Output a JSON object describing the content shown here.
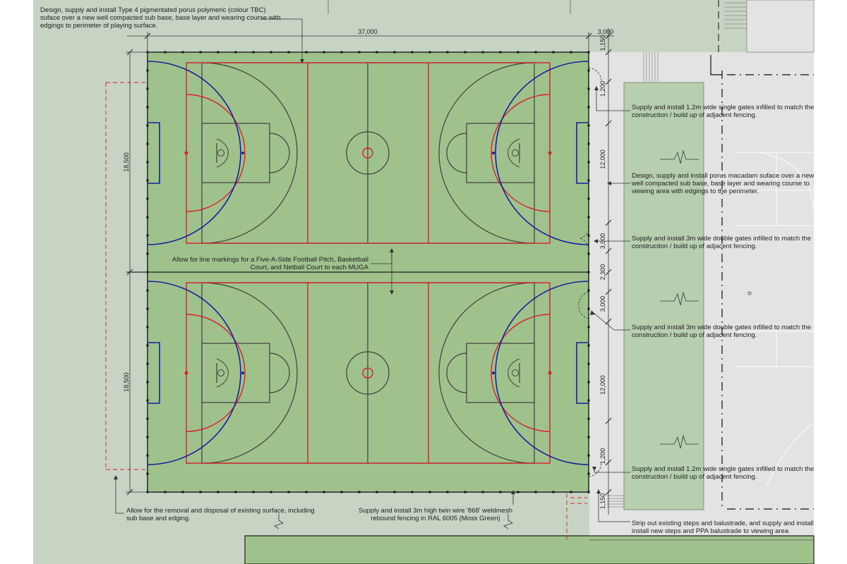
{
  "annotations": {
    "surface": [
      "Design, supply and install Type 4 pigmentated porus polymeric (colour TBC)",
      "suface over a new well compacted sub base, base layer and wearing course with",
      "edgings to perimeter of playing surface."
    ],
    "line_markings": [
      "Allow for line markings for a Five-A-Side Football Pitch, Basketball",
      "Court, and Netball Court to each MUGA"
    ],
    "removal": [
      "Allow for the removal and disposal of existing surface, including",
      "sub base and edging."
    ],
    "fencing": [
      "Supply and install 3m high twin wire '868' weldmesh",
      "rebound fencing in RAL 6005 (Moss Green)"
    ],
    "gate_top": [
      "Supply and install 1.2m wide single gates infilled to match the",
      "construction / build up of adjacent fencing."
    ],
    "viewing_area": [
      "Design, supply and install porus macadam suface over a new",
      "well compacted sub base, base layer and wearing course to",
      "viewing area with edgings to the perimeter."
    ],
    "gate_double_1": [
      "Supply and install 3m wide double gates infilled to match the",
      "construction / build up of adjacent fencing."
    ],
    "gate_double_2": [
      "Supply and install 3m wide double gates infilled to match the",
      "construction / build up of adjacent fencing."
    ],
    "gate_bottom": [
      "Supply and install 1.2m wide single gates infilled to match the",
      "construction / build up of adjacent fencing."
    ],
    "steps": [
      "Strip out existing steps and balustrade, and supply and install",
      "install new steps and PPA balustrade to viewing area"
    ]
  },
  "dimensions": {
    "width_main": "37,000",
    "width_side": "3,000",
    "height_court_1": "18,500",
    "height_court_2": "18,500",
    "right_chain": [
      "1,150",
      "1,200",
      "12,000",
      "3,000",
      "2,300",
      "3,000",
      "12,000",
      "1,200",
      "1,150"
    ]
  },
  "colors": {
    "background": "#c7d4c3",
    "court": "#9fc28d",
    "paving": "#e3e3e3",
    "viewing": "#b7cfae",
    "netball": "#d8202a",
    "football": "#1a1f9c",
    "basketball": "#3a3a3a"
  }
}
